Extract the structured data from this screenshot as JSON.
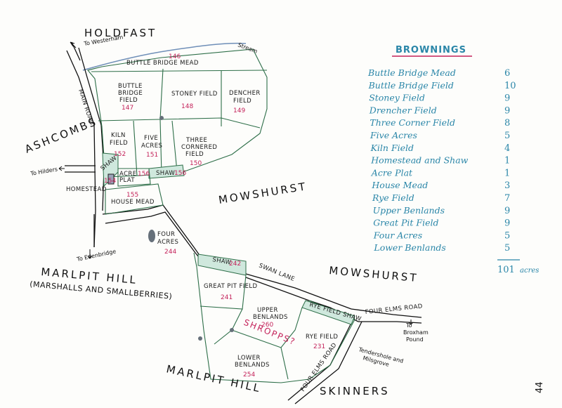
{
  "areas": {
    "holdfast": "HOLDFAST",
    "ashcombs": "ASHCOMBS",
    "mowshurst_1": "MOWSHURST",
    "mowshurst_2": "MOWSHURST",
    "marlpit_hill_1": "MARLPIT HILL",
    "marlpit_hill_sub": "(MARSHALLS AND SMALLBERRIES)",
    "marlpit_hill_2": "MARLPIT HILL",
    "skinners": "SKINNERS"
  },
  "roads": {
    "main_road": "MAIN ROAD",
    "to_westerham": "To Westerham",
    "stream": "Stream",
    "to_hilders": "To Hilders",
    "to_edenbridge": "To Edenbridge",
    "swan_lane": "SWAN LANE",
    "four_elms_road_1": "FOUR ELMS ROAD",
    "four_elms_road_2": "FOUR ELMS ROAD",
    "to_broxham_1": "To",
    "to_broxham_2": "Broxham",
    "to_broxham_3": "Pound",
    "tendershole_1": "Tendershole and",
    "tendershole_2": "Milsgrove",
    "homestead": "HOMESTEAD"
  },
  "fields": {
    "buttle_bridge_mead": {
      "name": "BUTTLE BRIDGE MEAD",
      "num": "146"
    },
    "buttle_bridge_field": {
      "l1": "BUTTLE",
      "l2": "BRIDGE",
      "l3": "FIELD",
      "num": "147"
    },
    "stoney_field": {
      "name": "STONEY FIELD",
      "num": "148"
    },
    "dencher_field": {
      "l1": "DENCHER",
      "l2": "FIELD",
      "num": "149"
    },
    "kiln_field": {
      "l1": "KILN",
      "l2": "FIELD",
      "num": "152"
    },
    "five_acres": {
      "l1": "FIVE",
      "l2": "ACRES",
      "num": "151"
    },
    "three_cornered": {
      "l1": "THREE",
      "l2": "CORNERED",
      "l3": "FIELD",
      "num": "150"
    },
    "shaw_left": {
      "name": "SHAW",
      "num": "154"
    },
    "acre_plat": {
      "l1": "ACRE",
      "l2": "PLAT",
      "num": "156"
    },
    "shaw_right": {
      "name": "SHAW",
      "num": "156"
    },
    "house_mead": {
      "name": "HOUSE MEAD",
      "num": "155"
    },
    "four_acres": {
      "l1": "FOUR",
      "l2": "ACRES",
      "num": "244"
    },
    "shaw_lane": {
      "name": "SHAW",
      "num": "242"
    },
    "great_pit": {
      "name": "GREAT PIT FIELD",
      "num": "241"
    },
    "upper_benlands": {
      "l1": "UPPER",
      "l2": "BENLANDS",
      "num": "260"
    },
    "rye_field_shaw": {
      "name": "RYE FIELD SHAW"
    },
    "rye_field": {
      "name": "RYE FIELD",
      "num": "231"
    },
    "lower_benlands": {
      "l1": "LOWER",
      "l2": "BENLANDS",
      "num": "254"
    },
    "shropps": "SHROPPS?"
  },
  "legend": {
    "title": "BROWNINGS",
    "items": [
      {
        "name": "Buttle Bridge Mead",
        "acres": "6"
      },
      {
        "name": "Buttle Bridge Field",
        "acres": "10"
      },
      {
        "name": "Stoney Field",
        "acres": "9"
      },
      {
        "name": "Drencher Field",
        "acres": "9"
      },
      {
        "name": "Three Corner Field",
        "acres": "8"
      },
      {
        "name": "Five Acres",
        "acres": "5"
      },
      {
        "name": "Kiln Field",
        "acres": "4"
      },
      {
        "name": "Homestead and Shaw",
        "acres": "1"
      },
      {
        "name": "Acre Plat",
        "acres": "1"
      },
      {
        "name": "House Mead",
        "acres": "3"
      },
      {
        "name": "Rye Field",
        "acres": "7"
      },
      {
        "name": "Upper Benlands",
        "acres": "9"
      },
      {
        "name": "Great Pit Field",
        "acres": "9"
      },
      {
        "name": "Four Acres",
        "acres": "5"
      },
      {
        "name": "Lower Benlands",
        "acres": "5"
      }
    ],
    "total": "101",
    "unit": "acres"
  },
  "page_number": "44",
  "colors": {
    "ink": "#111111",
    "boundary": "#2d6e48",
    "shaw_fill": "#cfe8dd",
    "number": "#c4225a",
    "legend": "#2a86a8",
    "underline": "#c4225a",
    "stream": "#6f8fb8"
  }
}
